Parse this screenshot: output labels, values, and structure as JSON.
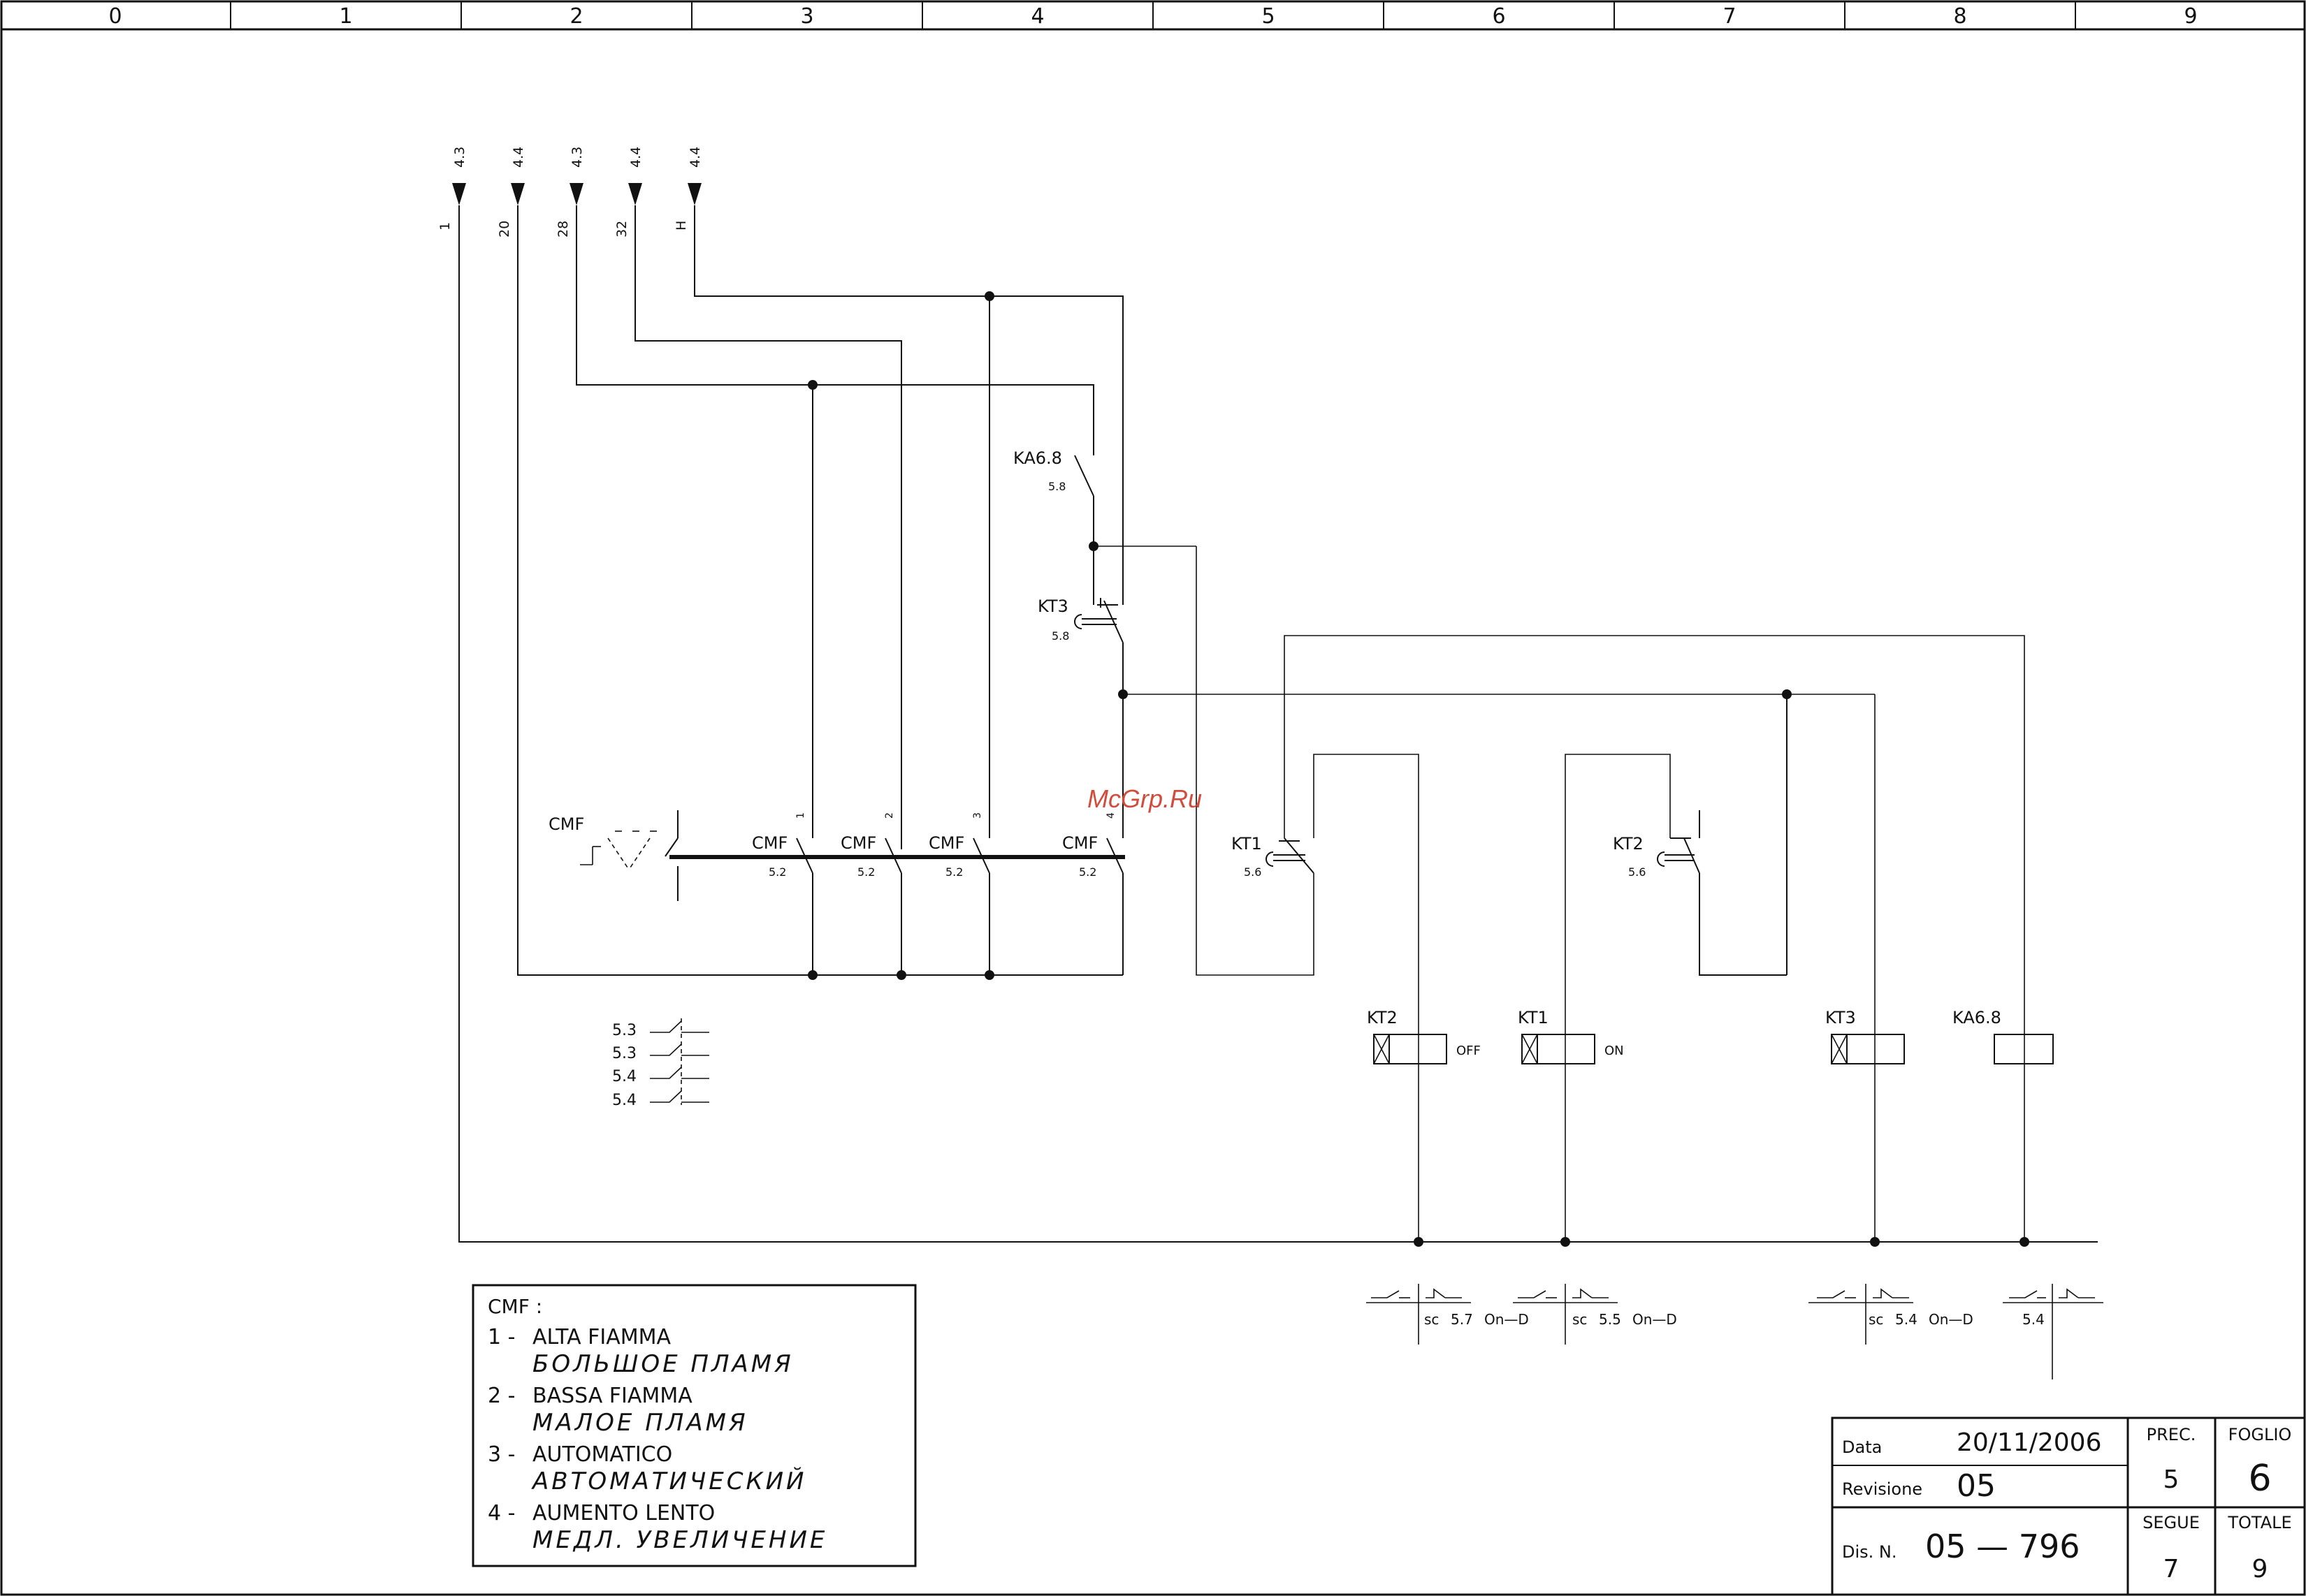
{
  "grid": {
    "columns": [
      "0",
      "1",
      "2",
      "3",
      "4",
      "5",
      "6",
      "7",
      "8",
      "9"
    ]
  },
  "terminals": [
    {
      "ref": "4.3",
      "wire": "1"
    },
    {
      "ref": "4.4",
      "wire": "20"
    },
    {
      "ref": "4.3",
      "wire": "28"
    },
    {
      "ref": "4.4",
      "wire": "32"
    },
    {
      "ref": "4.4",
      "wire": "H"
    }
  ],
  "contacts": {
    "ka68_top": {
      "label": "KA6.8",
      "ref": "5.8"
    },
    "kt3_top": {
      "label": "KT3",
      "ref": "5.8"
    },
    "kt1_top": {
      "label": "KT1",
      "ref": "5.6"
    },
    "kt2_top": {
      "label": "KT2",
      "ref": "5.6"
    }
  },
  "switch": {
    "label": "CMF",
    "positions": [
      "CMF",
      "CMF",
      "CMF",
      "CMF"
    ],
    "position_ref": "5.2",
    "position_numbers": [
      "1",
      "2",
      "3",
      "4"
    ],
    "legend_refs": [
      "5.3",
      "5.3",
      "5.4",
      "5.4"
    ]
  },
  "coils": [
    {
      "label": "KT2",
      "note": "OFF"
    },
    {
      "label": "KT1",
      "note": "ON"
    },
    {
      "label": "KT3",
      "note": ""
    },
    {
      "label": "KA6.8",
      "note": ""
    }
  ],
  "coil_refs": [
    {
      "sc": "sc",
      "ref": "5.7",
      "mode": "On—D"
    },
    {
      "sc": "sc",
      "ref": "5.5",
      "mode": "On—D"
    },
    {
      "sc": "sc",
      "ref": "5.4",
      "mode": "On—D"
    },
    {
      "sc": "",
      "ref": "5.4",
      "mode": ""
    }
  ],
  "legend": {
    "title": "CMF :",
    "items": [
      {
        "num": "1 -",
        "it": "ALTA FIAMMA",
        "ru": "БОЛЬШОЕ  ПЛАМЯ"
      },
      {
        "num": "2 -",
        "it": "BASSA FIAMMA",
        "ru": "МАЛОЕ  ПЛАМЯ"
      },
      {
        "num": "3 -",
        "it": "AUTOMATICO",
        "ru": "АВТОМАТИЧЕСКИЙ"
      },
      {
        "num": "4 -",
        "it": "AUMENTO LENTO",
        "ru": "МЕДЛ.  УВЕЛИЧЕНИЕ"
      }
    ]
  },
  "title_block": {
    "data_label": "Data",
    "data_value": "20/11/2006",
    "revisione_label": "Revisione",
    "revisione_value": "05",
    "dis_label": "Dis. N.",
    "dis_value": "05  —  796",
    "prec_label": "PREC.",
    "prec_value": "5",
    "foglio_label": "FOGLIO",
    "foglio_value": "6",
    "segue_label": "SEGUE",
    "segue_value": "7",
    "totale_label": "TOTALE",
    "totale_value": "9"
  },
  "watermark": "McGrp.Ru"
}
